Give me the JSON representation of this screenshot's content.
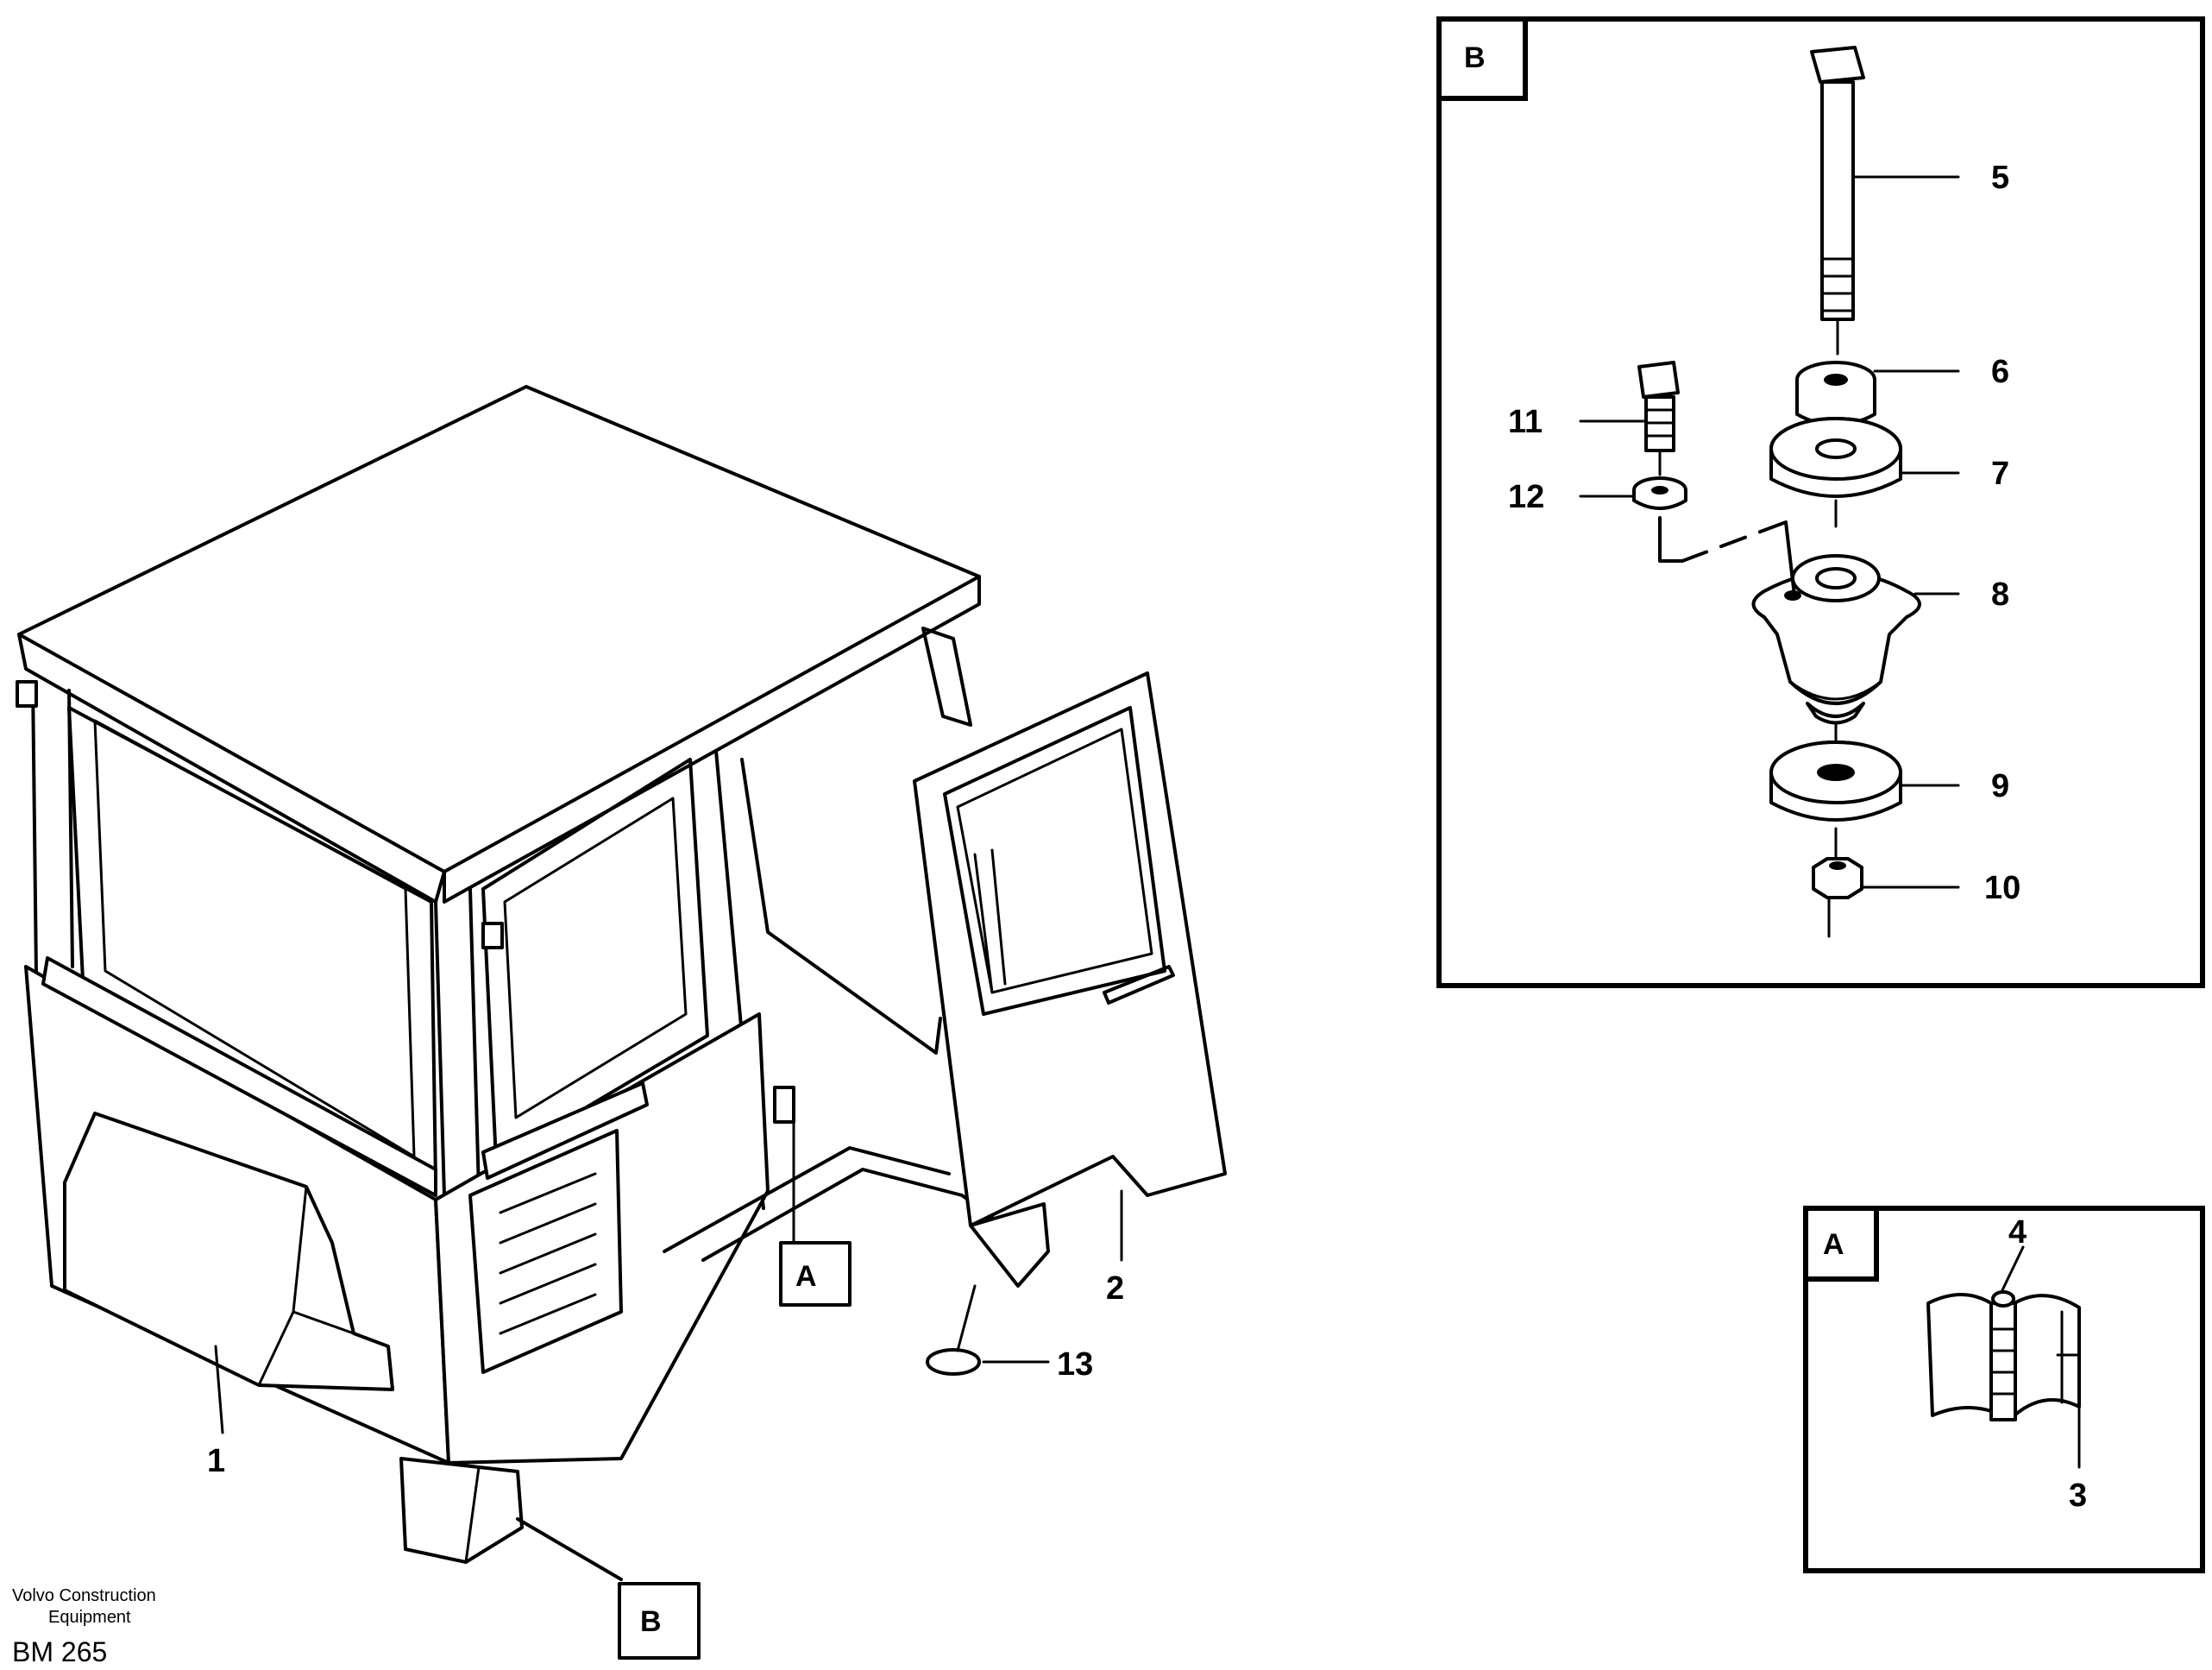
{
  "callouts": {
    "c1": "1",
    "c2": "2",
    "c3": "3",
    "c4": "4",
    "c5": "5",
    "c6": "6",
    "c7": "7",
    "c8": "8",
    "c9": "9",
    "c10": "10",
    "c11": "11",
    "c12": "12",
    "c13": "13"
  },
  "views": {
    "detail_b_label": "B",
    "detail_a_label": "A",
    "marker_a_label": "A",
    "marker_b_label": "B"
  },
  "footer": {
    "brand_line1": "Volvo Construction",
    "brand_line2": "Equipment",
    "code": "BM 265"
  }
}
